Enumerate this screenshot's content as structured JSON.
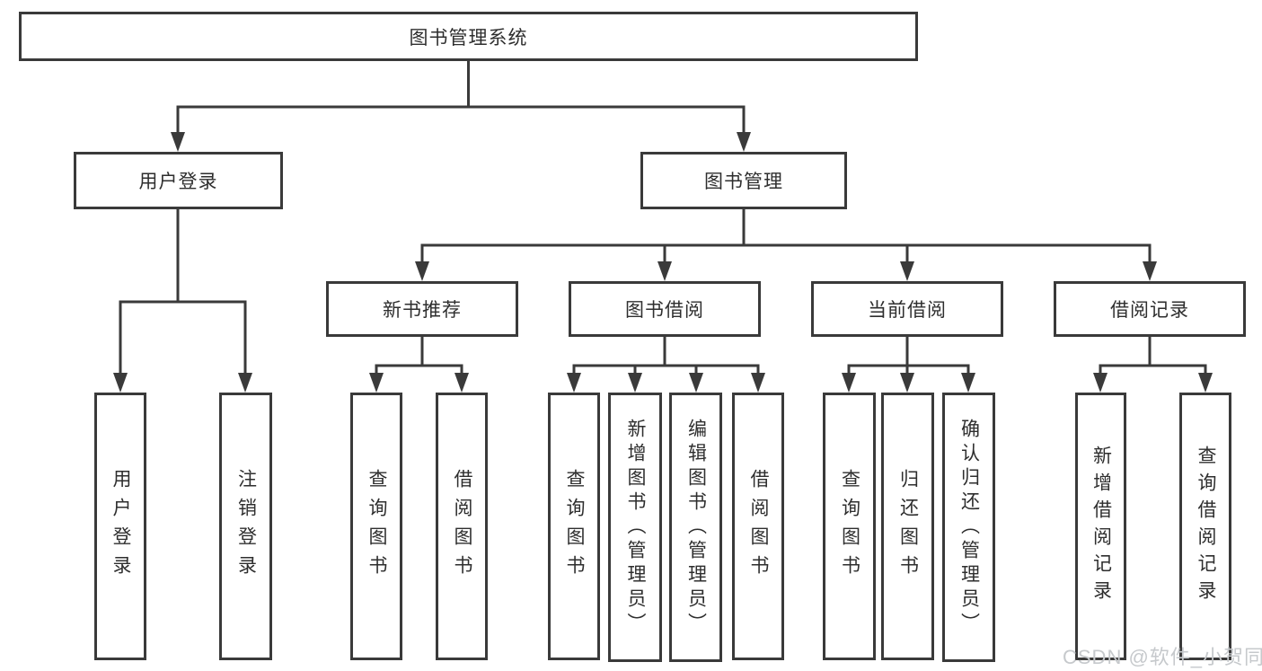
{
  "diagram_title": "图书管理系统",
  "tree": {
    "root": {
      "label": "图书管理系统"
    },
    "branches": [
      {
        "label": "用户登录",
        "children": [
          {
            "label": "用户登录"
          },
          {
            "label": "注销登录"
          }
        ]
      },
      {
        "label": "图书管理",
        "children": [
          {
            "label": "新书推荐",
            "children": [
              {
                "label": "查询图书"
              },
              {
                "label": "借阅图书"
              }
            ]
          },
          {
            "label": "图书借阅",
            "children": [
              {
                "label": "查询图书"
              },
              {
                "label": "新增图书（管理员）"
              },
              {
                "label": "编辑图书（管理员）"
              },
              {
                "label": "借阅图书"
              }
            ]
          },
          {
            "label": "当前借阅",
            "children": [
              {
                "label": "查询图书"
              },
              {
                "label": "归还图书"
              },
              {
                "label": "确认归还（管理员）"
              }
            ]
          },
          {
            "label": "借阅记录",
            "children": [
              {
                "label": "新增借阅记录"
              },
              {
                "label": "查询借阅记录"
              }
            ]
          }
        ]
      }
    ]
  },
  "watermark": {
    "text": "CSDN @软件_小贺同学"
  },
  "colors": {
    "line": "#3a3a3a",
    "text": "#2e2e2e",
    "watermark": "#c6c9cc",
    "background": "#ffffff"
  }
}
